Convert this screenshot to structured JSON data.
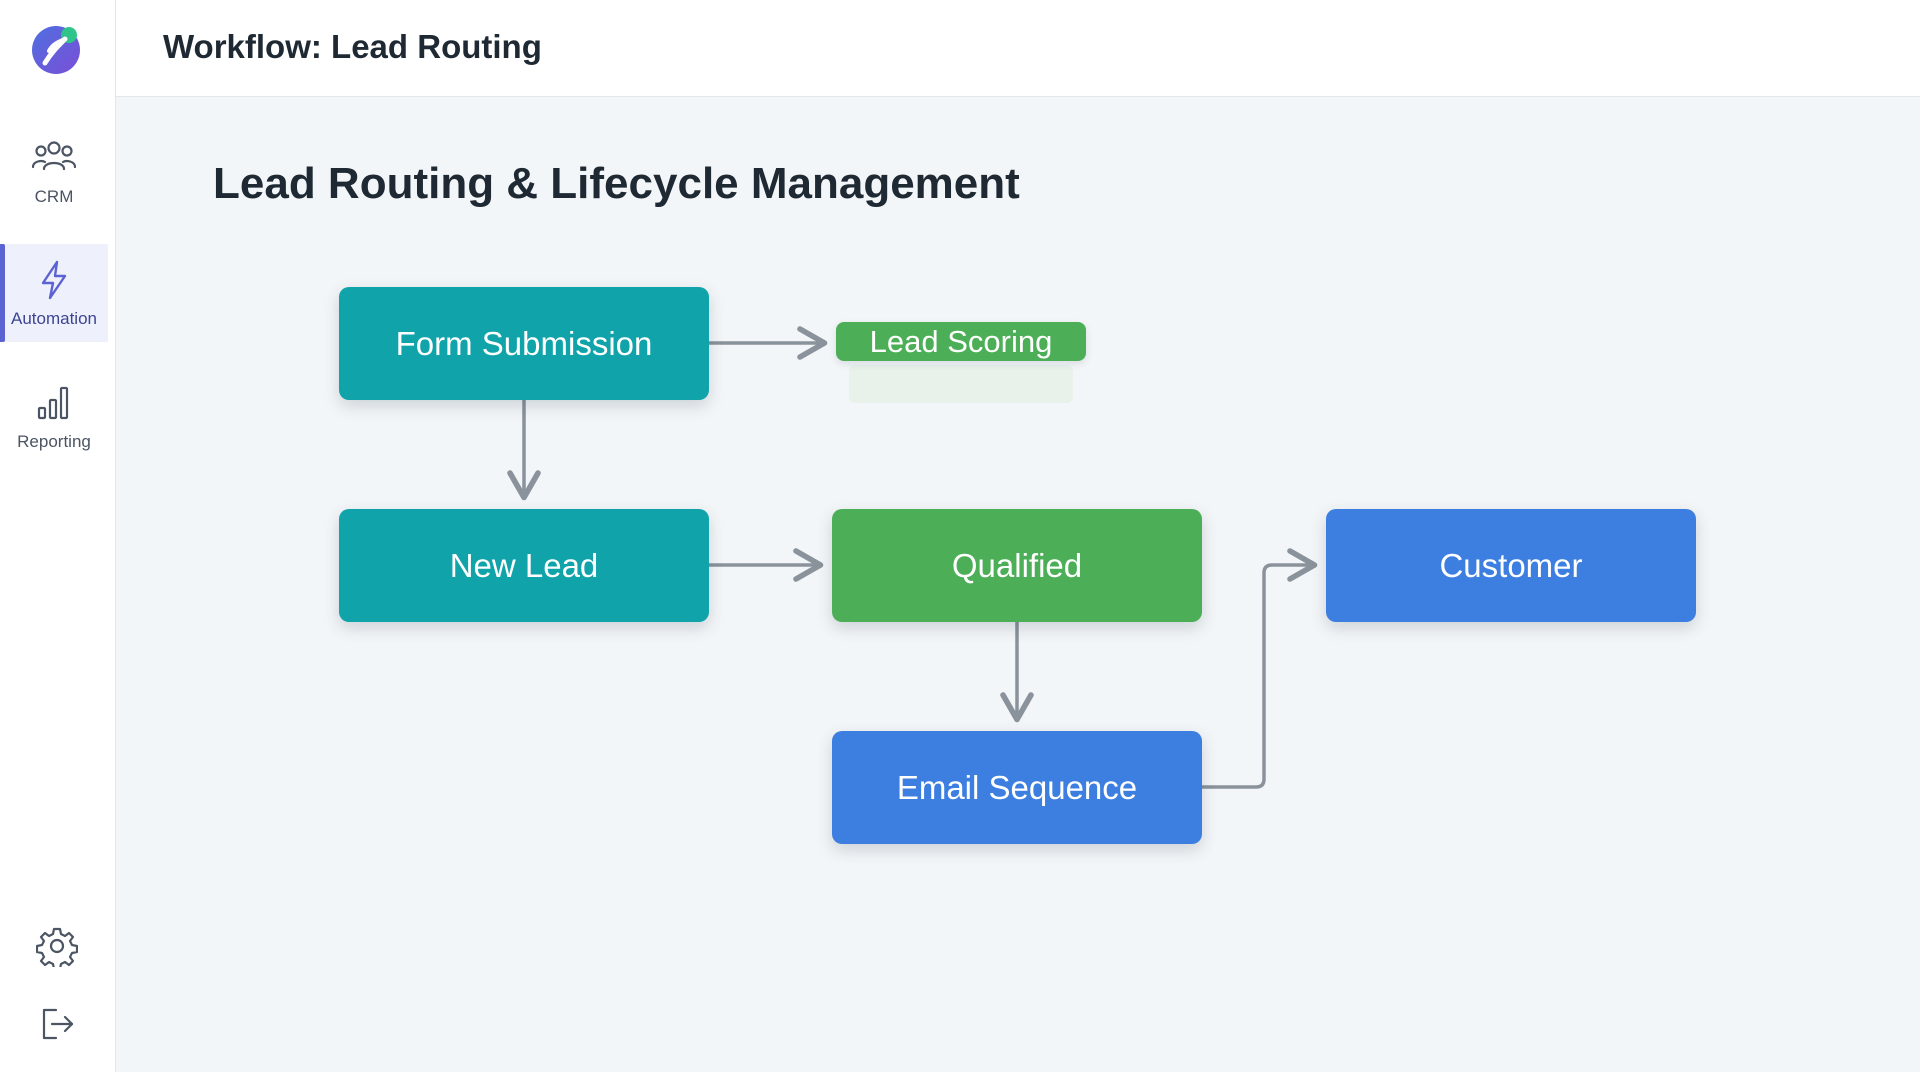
{
  "header": {
    "title": "Workflow: Lead Routing"
  },
  "sidebar": {
    "logo_icon": "app-logo",
    "items": [
      {
        "id": "crm",
        "label": "CRM",
        "icon": "users-icon",
        "active": false
      },
      {
        "id": "automation",
        "label": "Automation",
        "icon": "lightning-bolt-icon",
        "active": true
      },
      {
        "id": "reporting",
        "label": "Reporting",
        "icon": "bar-chart-icon",
        "active": false
      }
    ],
    "bottom_icons": [
      "gear-icon",
      "logout-icon"
    ]
  },
  "diagram": {
    "title": "Lead Routing & Lifecycle Management",
    "nodes": {
      "form_submission": "Form Submission",
      "lead_scoring": "Lead Scoring",
      "new_lead": "New Lead",
      "qualified": "Qualified",
      "customer": "Customer",
      "email_sequence": "Email Sequence"
    },
    "edges": [
      [
        "form_submission",
        "lead_scoring"
      ],
      [
        "form_submission",
        "new_lead"
      ],
      [
        "new_lead",
        "qualified"
      ],
      [
        "qualified",
        "email_sequence"
      ],
      [
        "email_sequence",
        "customer"
      ]
    ]
  },
  "colors": {
    "accent": "#5b63d3",
    "teal": "#10a3aa",
    "green": "#4caf57",
    "blue": "#3d7fe0",
    "connector": "#8a929b"
  }
}
